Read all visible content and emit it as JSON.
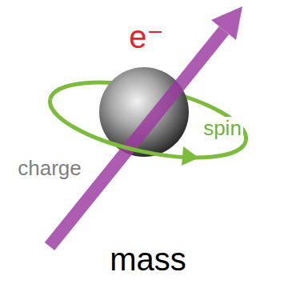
{
  "diagram": {
    "labels": [
      "e⁻",
      "spin",
      "charge",
      "mass"
    ]
  }
}
